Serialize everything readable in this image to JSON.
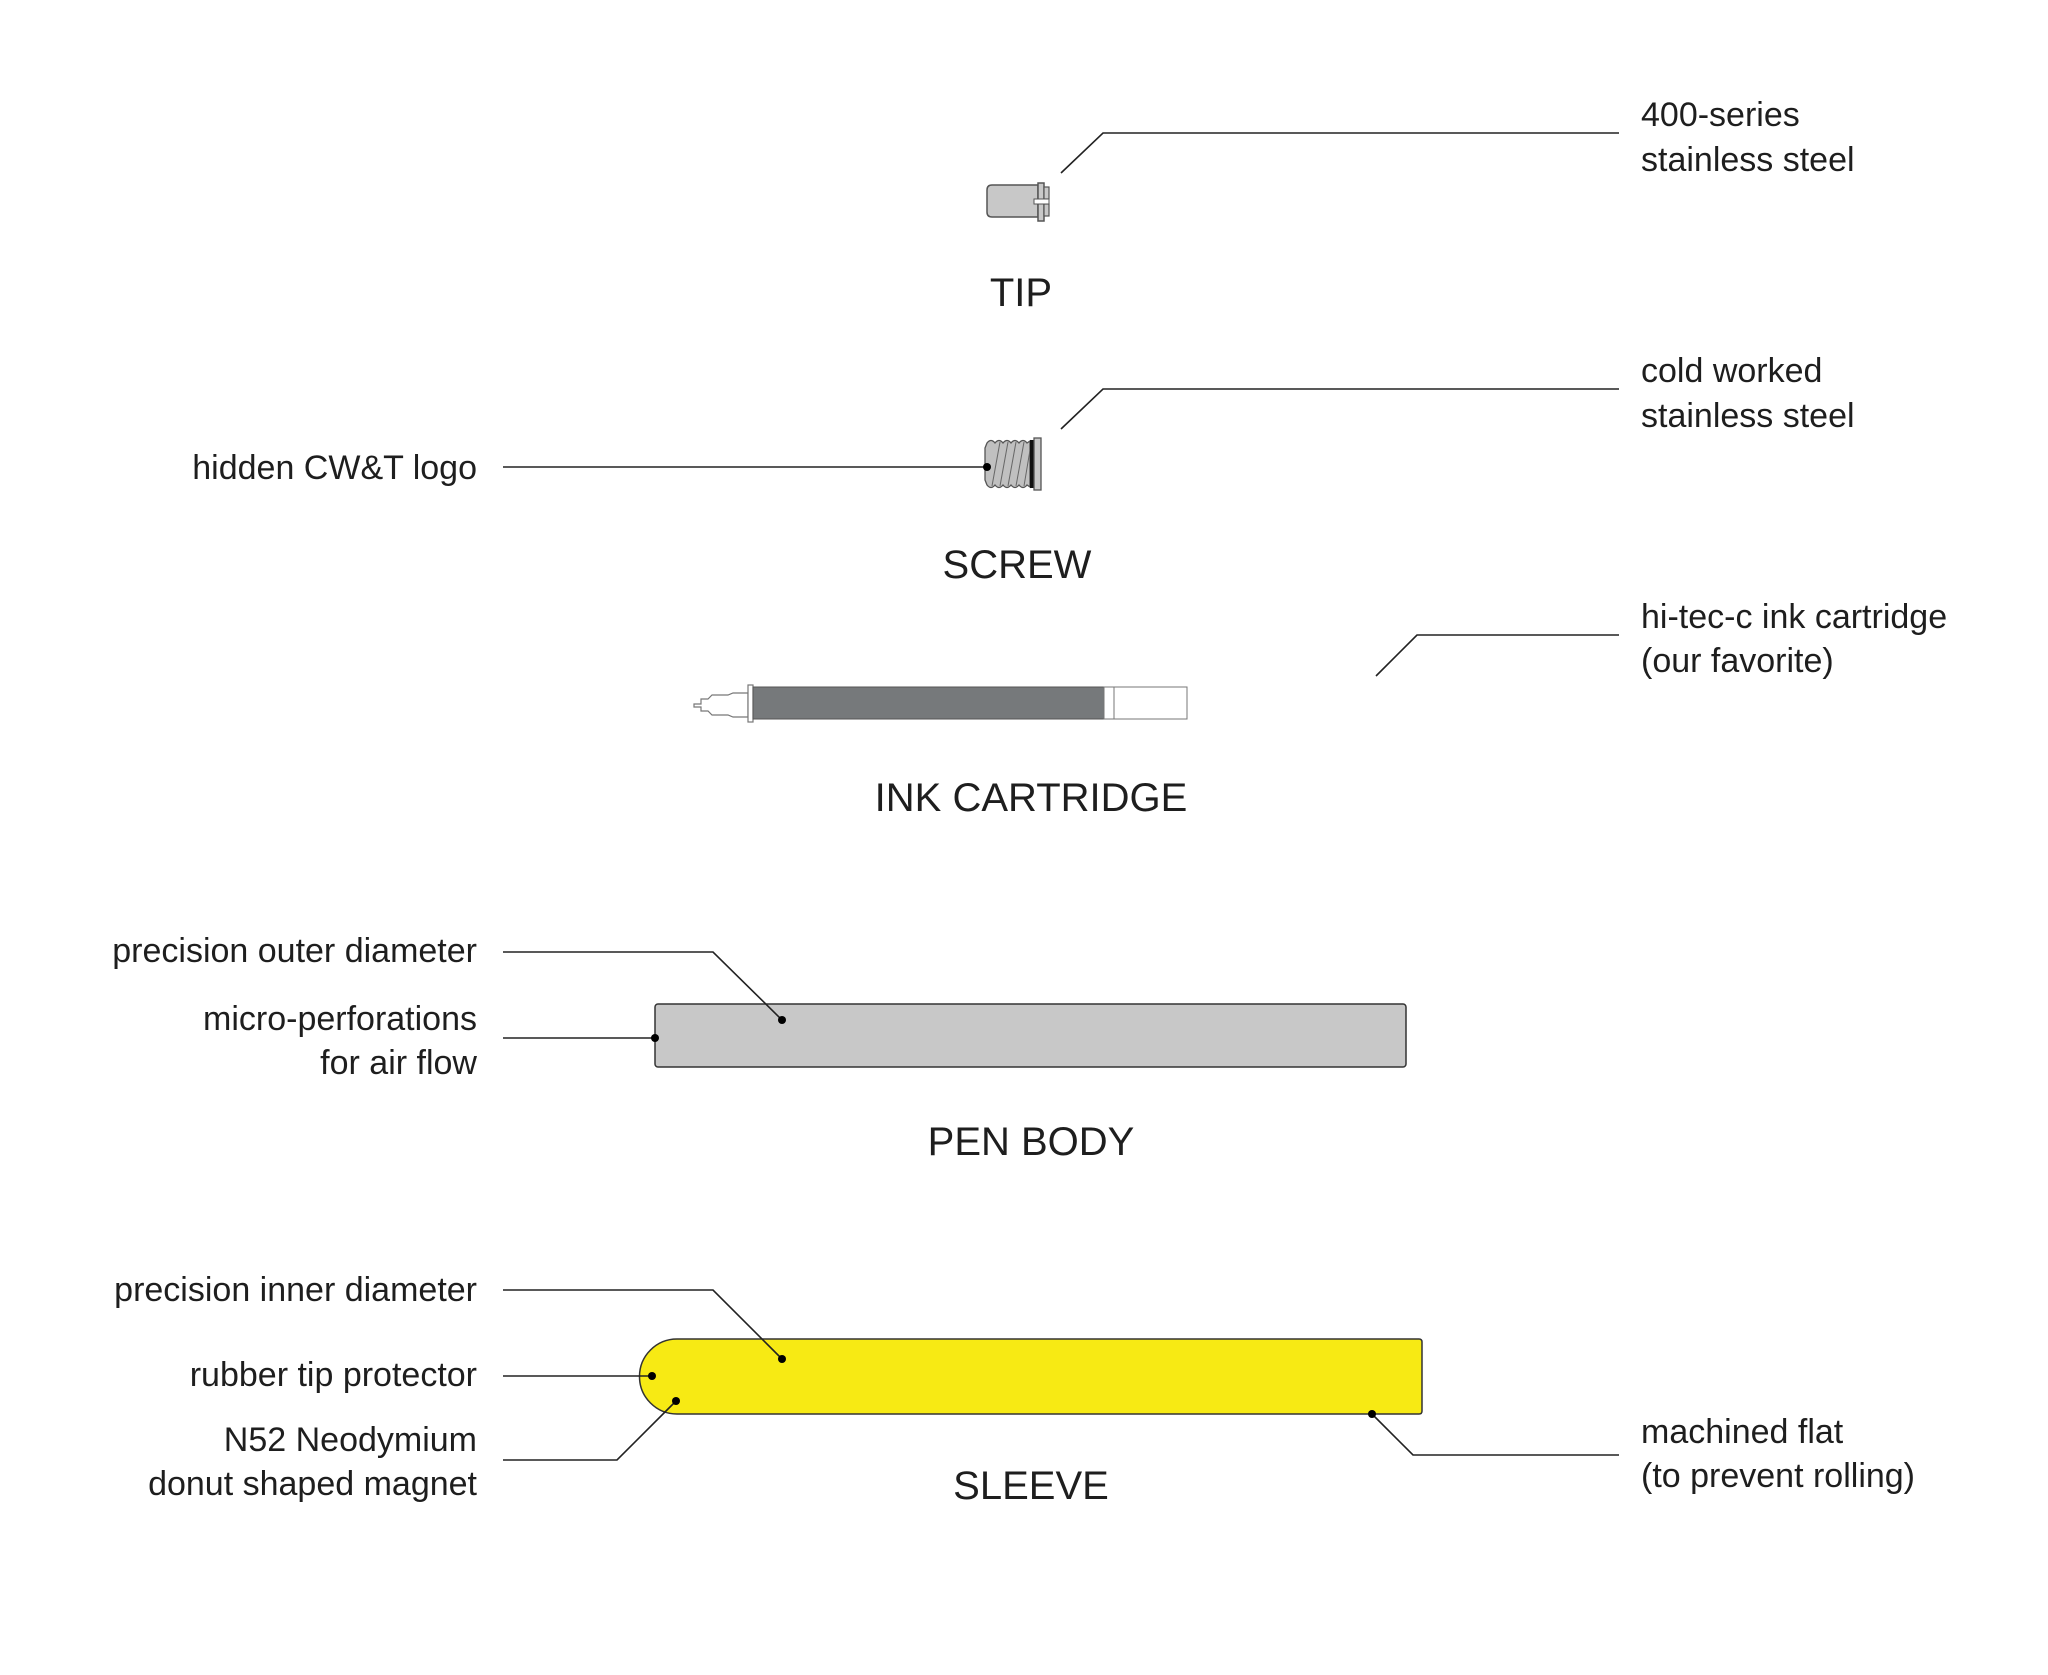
{
  "parts": {
    "tip": {
      "label": "TIP",
      "notes": {
        "material": [
          "400-series",
          "stainless steel"
        ]
      }
    },
    "screw": {
      "label": "SCREW",
      "notes": {
        "material": [
          "cold worked",
          "stainless steel"
        ],
        "logo": "hidden CW&T logo"
      }
    },
    "ink": {
      "label": "INK CARTRIDGE",
      "notes": {
        "cartridge": [
          "hi-tec-c ink cartridge",
          "(our favorite)"
        ]
      }
    },
    "body": {
      "label": "PEN BODY",
      "notes": {
        "outer": "precision outer diameter",
        "perf": [
          "micro-perforations",
          "for air flow"
        ]
      }
    },
    "sleeve": {
      "label": "SLEEVE",
      "notes": {
        "inner": "precision inner diameter",
        "rubber": "rubber tip protector",
        "magnet": [
          "N52 Neodymium",
          "donut shaped magnet"
        ],
        "flat": [
          "machined flat",
          "(to prevent rolling)"
        ]
      }
    }
  },
  "colors": {
    "body": "#c8c8c8",
    "ink": "#76797b",
    "sleeve": "#f7ea14"
  }
}
